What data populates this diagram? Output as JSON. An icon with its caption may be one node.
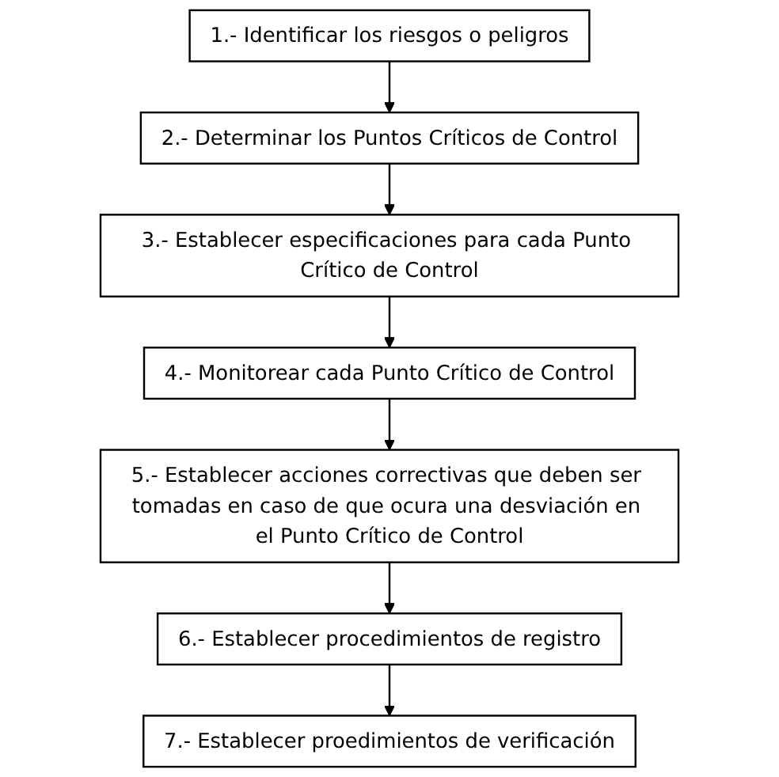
{
  "diagram": {
    "nodes": [
      {
        "text": [
          "1.- Identificar los riesgos o peligros"
        ]
      },
      {
        "text": [
          "2.- Determinar los Puntos Críticos de Control"
        ]
      },
      {
        "text": [
          "3.- Establecer especificaciones para cada Punto Crítico de Control"
        ]
      },
      {
        "text": [
          "4.- Monitorear cada Punto Crítico de Control"
        ]
      },
      {
        "text": [
          "5.- Establecer acciones correctivas que deben ser tomadas en caso de que ocura una desviación en el Punto Crítico de Control"
        ]
      },
      {
        "text": [
          "6.- Establecer procedimientos de registro"
        ]
      },
      {
        "text": [
          "7.- Establecer proedimientos de verificación"
        ]
      }
    ],
    "edges": [
      {
        "from": 0,
        "to": 1,
        "arrow": "to"
      },
      {
        "from": 1,
        "to": 2,
        "arrow": "to"
      },
      {
        "from": 2,
        "to": 3,
        "arrow": "to"
      },
      {
        "from": 3,
        "to": 4,
        "arrow": "to"
      },
      {
        "from": 4,
        "to": 5,
        "arrow": "to"
      },
      {
        "from": 5,
        "to": 6,
        "arrow": "to"
      }
    ]
  }
}
